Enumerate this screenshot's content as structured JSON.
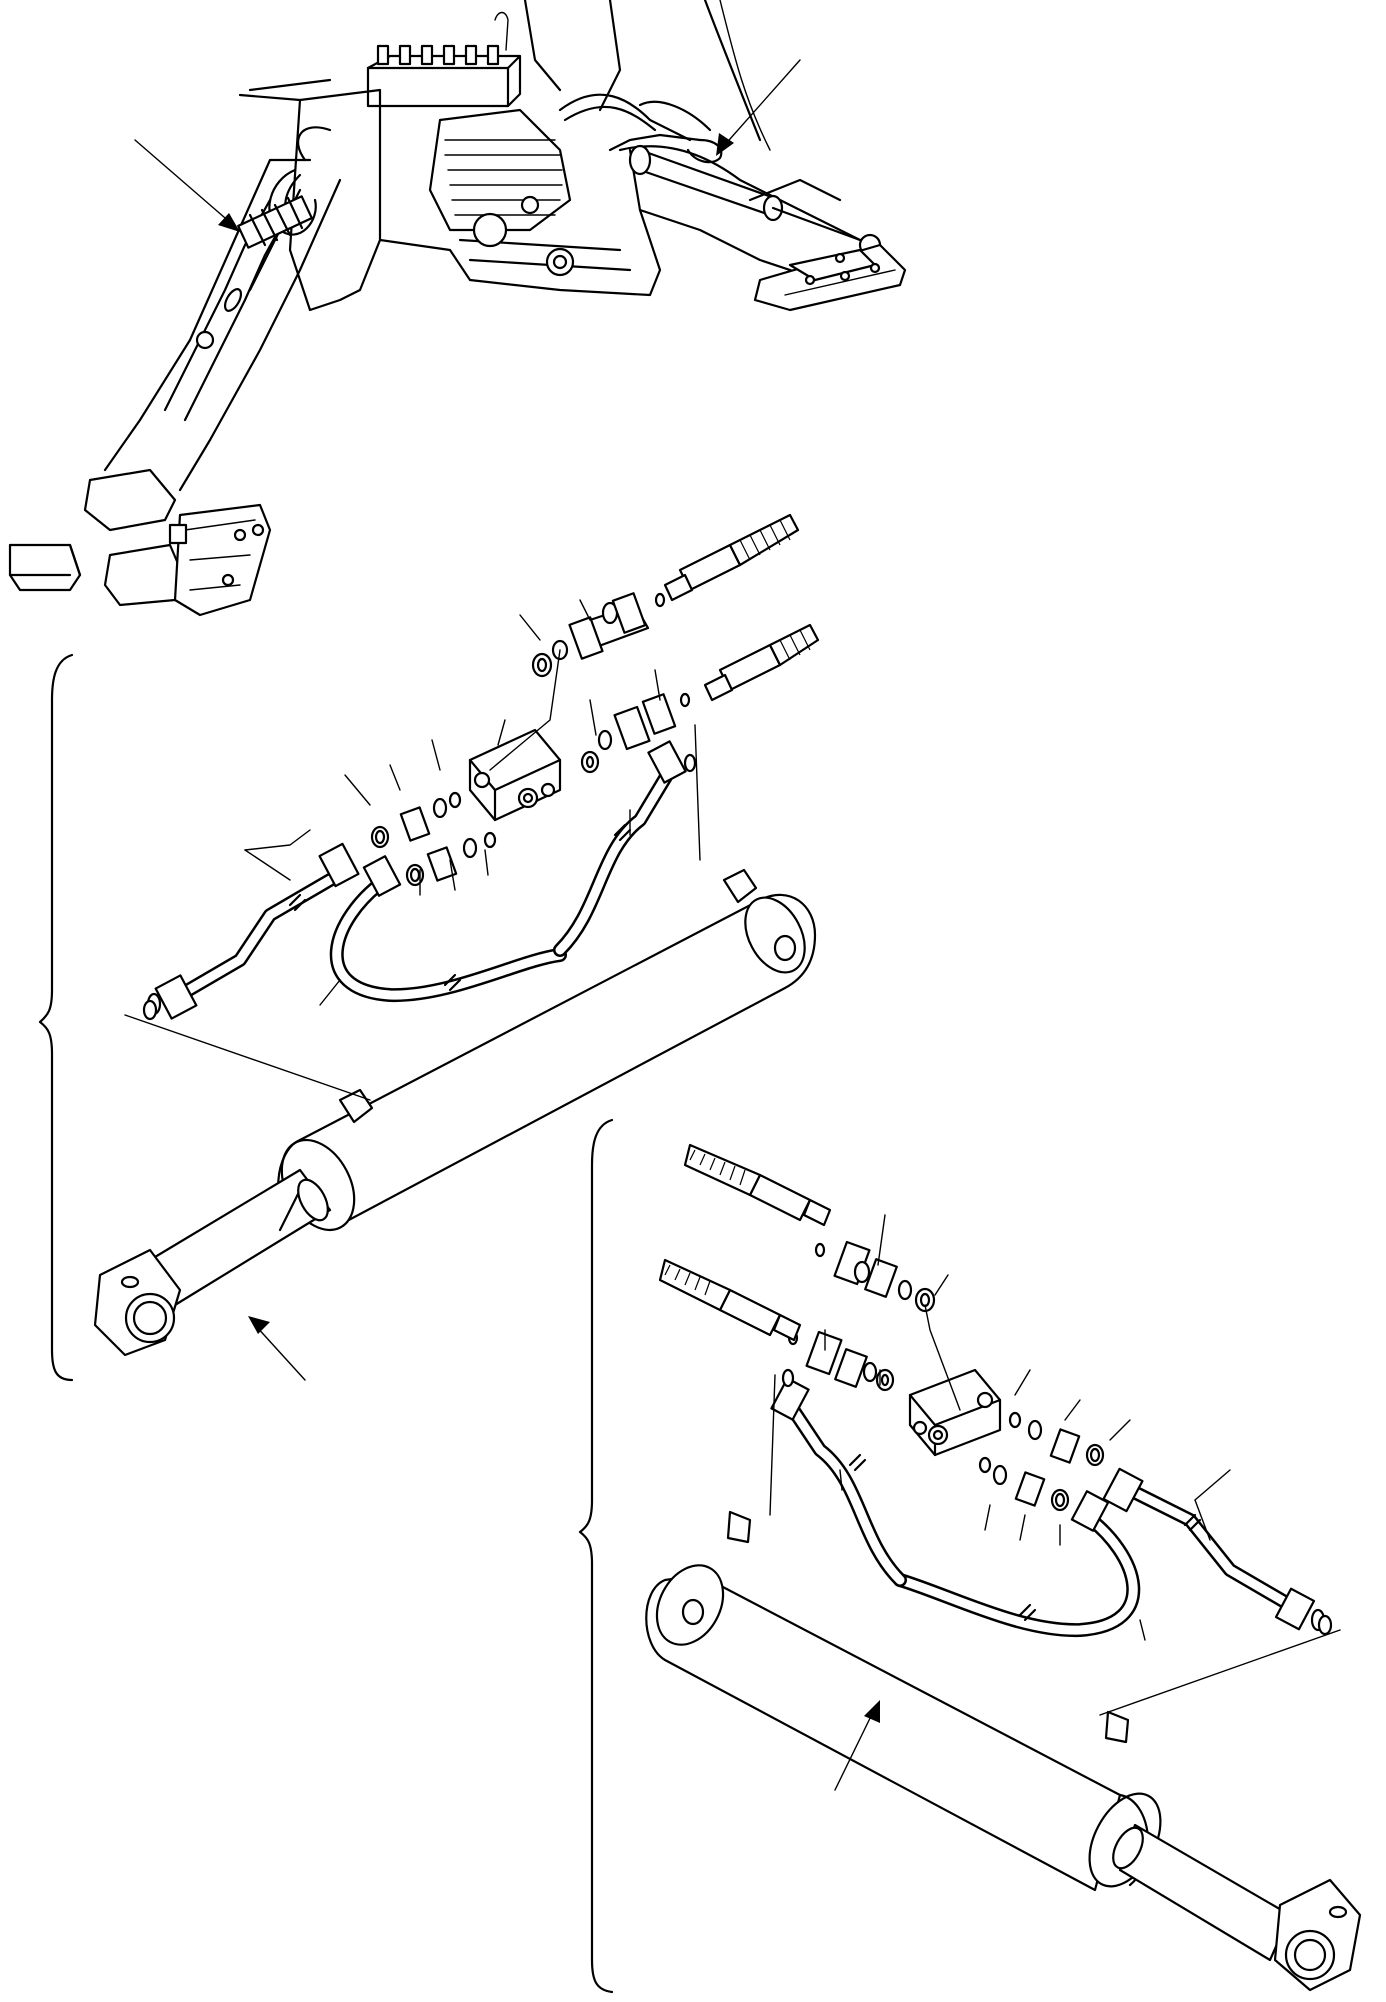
{
  "figure": {
    "assemblies": [
      {
        "id": "machine-overview",
        "callouts": 2
      },
      {
        "id": "left-cylinder-assembly",
        "callouts": 1
      },
      {
        "id": "right-cylinder-assembly",
        "callouts": 1
      }
    ]
  }
}
